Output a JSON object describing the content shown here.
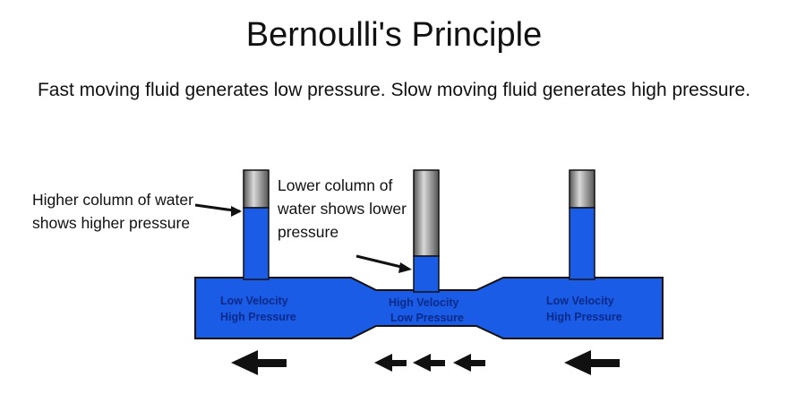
{
  "title": "Bernoulli's Principle",
  "subtitle": "Fast moving fluid generates low pressure.  Slow moving fluid generates high pressure.",
  "annotations": {
    "left": "Higher column of water shows higher pressure",
    "middle": "Lower column of water shows lower pressure"
  },
  "zones": [
    {
      "velocity": "Low Velocity",
      "pressure": "High Pressure"
    },
    {
      "velocity": "High Velocity",
      "pressure": "Low Pressure"
    },
    {
      "velocity": "Low Velocity",
      "pressure": "High Pressure"
    }
  ],
  "colors": {
    "water": "#1a5ce6",
    "tube_gray": "#8a8a8a",
    "outline": "#111111"
  },
  "flow_direction": "left"
}
